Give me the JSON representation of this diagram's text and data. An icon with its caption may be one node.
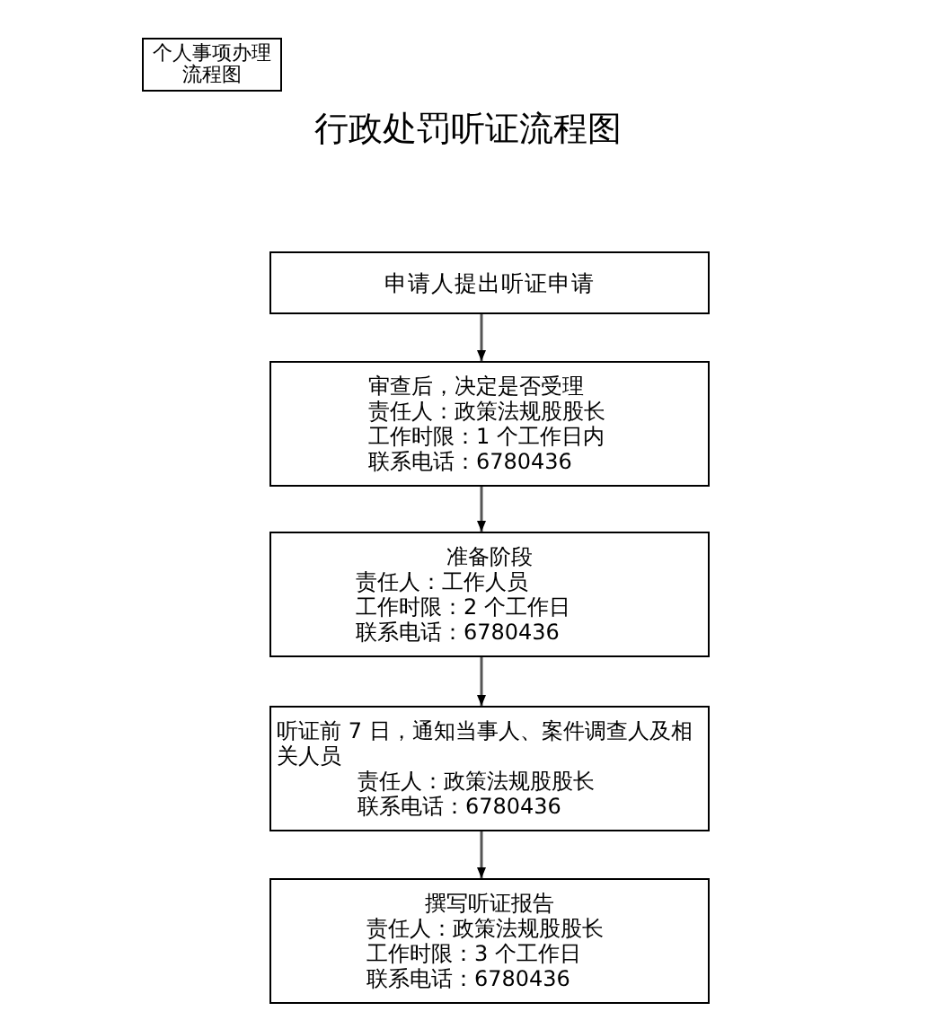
{
  "diagram": {
    "title": "行政处罚听证流程图",
    "nodes": [
      {
        "text": [
          "个人事项办理流程图"
        ]
      },
      {
        "text": [
          "申请人提出听证申请"
        ]
      },
      {
        "text": [
          "审查后，决定是否受理",
          "责任人：政策法规股股长",
          "工作时限：1 个工作日内",
          "联系电话：6780436"
        ]
      },
      {
        "text": [
          "准备阶段",
          "责任人：工作人员",
          "工作时限：2 个工作日",
          "联系电话：6780436"
        ]
      },
      {
        "text": [
          "听证前 7 日，通知当事人、案件调查人及相关人员",
          "责任人：政策法规股股长",
          "联系电话：6780436"
        ]
      },
      {
        "text": [
          "撰写听证报告",
          "责任人：政策法规股股长",
          "工作时限：3 个工作日",
          "联系电话：6780436"
        ]
      }
    ],
    "edges": [
      {
        "from": 1,
        "to": 2,
        "arrow": "to"
      },
      {
        "from": 2,
        "to": 3,
        "arrow": "to"
      },
      {
        "from": 3,
        "to": 4,
        "arrow": "to"
      },
      {
        "from": 4,
        "to": 5,
        "arrow": "to"
      }
    ]
  }
}
